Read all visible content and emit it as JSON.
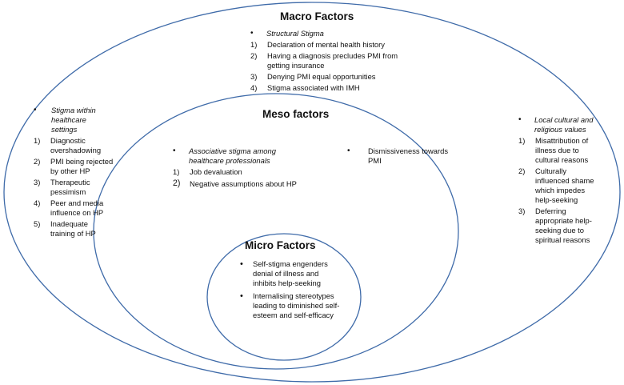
{
  "macro": {
    "title": "Macro Factors",
    "structural": {
      "heading": "Structural Stigma",
      "items": [
        "Declaration of mental health history",
        "Having a diagnosis precludes PMI from getting insurance",
        "Denying PMI equal opportunities",
        "Stigma associated with IMH"
      ]
    },
    "healthcare": {
      "heading": "Stigma within healthcare settings",
      "items": [
        "Diagnostic overshadowing",
        "PMI being rejected by other HP",
        "Therapeutic pessimism",
        "Peer and media influence on HP",
        "Inadequate training of HP"
      ]
    },
    "cultural": {
      "heading": "Local cultural and religious values",
      "items": [
        "Misattribution of illness due to cultural reasons",
        "Culturally influenced shame which impedes help-seeking",
        "Deferring appropriate help-seeking due to spiritual reasons"
      ]
    }
  },
  "meso": {
    "title": "Meso factors",
    "associative": {
      "heading": "Associative stigma among healthcare professionals",
      "items": [
        "Job devaluation",
        "Negative assumptions about HP"
      ]
    },
    "dismissiveness": "Dismissiveness towards PMI"
  },
  "micro": {
    "title": "Micro Factors",
    "items": [
      "Self-stigma engenders denial of illness and inhibits help-seeking",
      "Internalising stereotypes leading to diminished self-esteem and self-efficacy"
    ]
  },
  "numbers": [
    "1)",
    "2)",
    "3)",
    "4)",
    "5)"
  ],
  "colors": {
    "outline": "#3f6ba9"
  }
}
